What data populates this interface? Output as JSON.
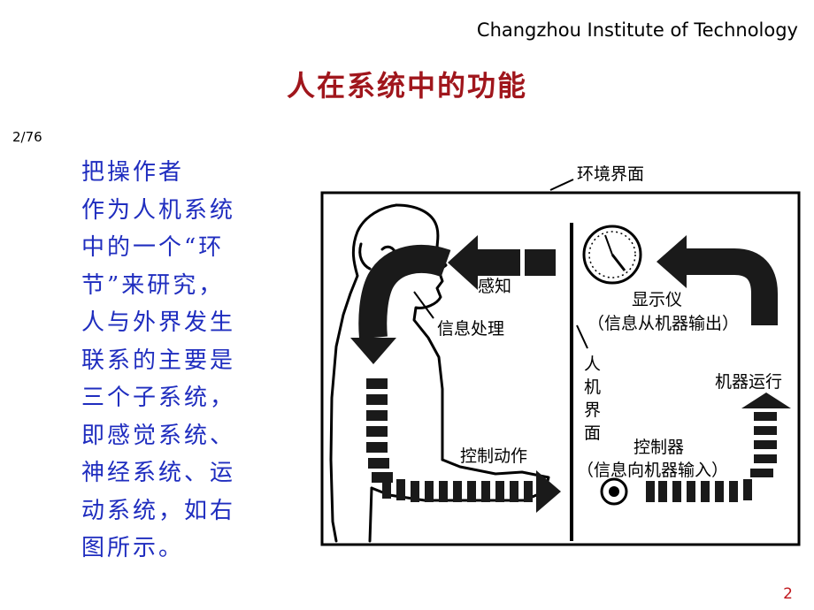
{
  "header": {
    "institute": "Changzhou Institute of Technology",
    "title": "人在系统中的功能",
    "slide_counter": "2/76"
  },
  "body_text": [
    "  把操作者",
    "作为人机系统",
    "中的一个“环",
    "节”来研究，",
    "人与外界发生",
    "联系的主要是",
    "三个子系统，",
    "即感觉系统、",
    "神经系统、运",
    "动系统，如右",
    "图所示。"
  ],
  "diagram": {
    "interface_label": "环境界面",
    "perception": "感知",
    "processing": "信息处理",
    "control_action": "控制动作",
    "human_machine_interface": [
      "人",
      "机",
      "界",
      "面"
    ],
    "display": "显示仪",
    "display_sub": "（信息从机器输出）",
    "machine_running": "机器运行",
    "controller": "控制器",
    "controller_sub": "（信息向机器输入）"
  },
  "page_number": "2"
}
